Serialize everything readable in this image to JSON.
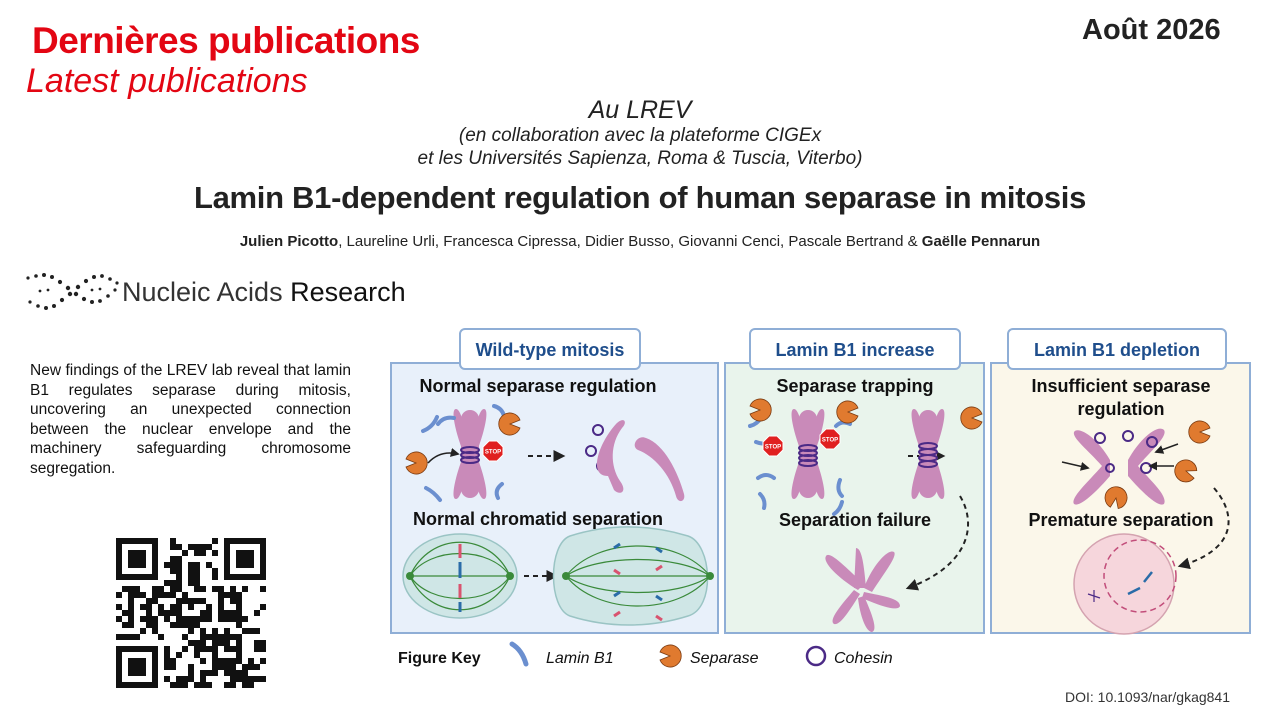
{
  "header": {
    "title_fr": "Dernières publications",
    "title_en": "Latest publications",
    "date": "Août 2026"
  },
  "lab": {
    "name": "Au LREV",
    "collab_line1": "(en collaboration avec la plateforme CIGEx",
    "collab_line2": "et les Universités Sapienza, Roma & Tuscia, Viterbo)"
  },
  "paper": {
    "title": "Lamin B1-dependent regulation of human separase in mitosis",
    "first_author": "Julien Picotto",
    "middle_authors": ", Laureline Urli, Francesca Cipressa, Didier Busso, Giovanni Cenci, Pascale Bertrand & ",
    "last_author": "Gaëlle Pennarun",
    "journal_prefix": "Nucleic Acids ",
    "journal_suffix": "Research",
    "doi": "DOI: 10.1093/nar/gkag841"
  },
  "summary": "New findings of the LREV lab reveal that lamin B1 regulates separase during mitosis, uncovering an unexpected connection between the nuclear envelope and the machinery safeguarding chromosome segregation.",
  "figure": {
    "panels": [
      {
        "header": "Wild-type mitosis",
        "sub1": "Normal separase regulation",
        "sub2": "Normal chromatid separation"
      },
      {
        "header": "Lamin B1 increase",
        "sub1": "Separase trapping",
        "sub2": "Separation failure"
      },
      {
        "header": "Lamin B1 depletion",
        "sub1a": "Insufficient separase",
        "sub1b": "regulation",
        "sub2": "Premature separation"
      }
    ],
    "stop_label": "STOP",
    "key": {
      "title": "Figure Key",
      "lamin": "Lamin B1",
      "separase": "Separase",
      "cohesin": "Cohesin"
    },
    "colors": {
      "panel1_bg": "#e8f0fa",
      "panel2_bg": "#e9f4ec",
      "panel3_bg": "#fbf7ea",
      "border": "#8faed6",
      "header_text": "#1f4e8c",
      "chromosome": "#c98ab9",
      "separase": "#e07a2f",
      "lamin": "#6b8fcf",
      "cohesin": "#4b2a86",
      "stop": "#e02020",
      "spindle": "#3a8a3a"
    }
  }
}
